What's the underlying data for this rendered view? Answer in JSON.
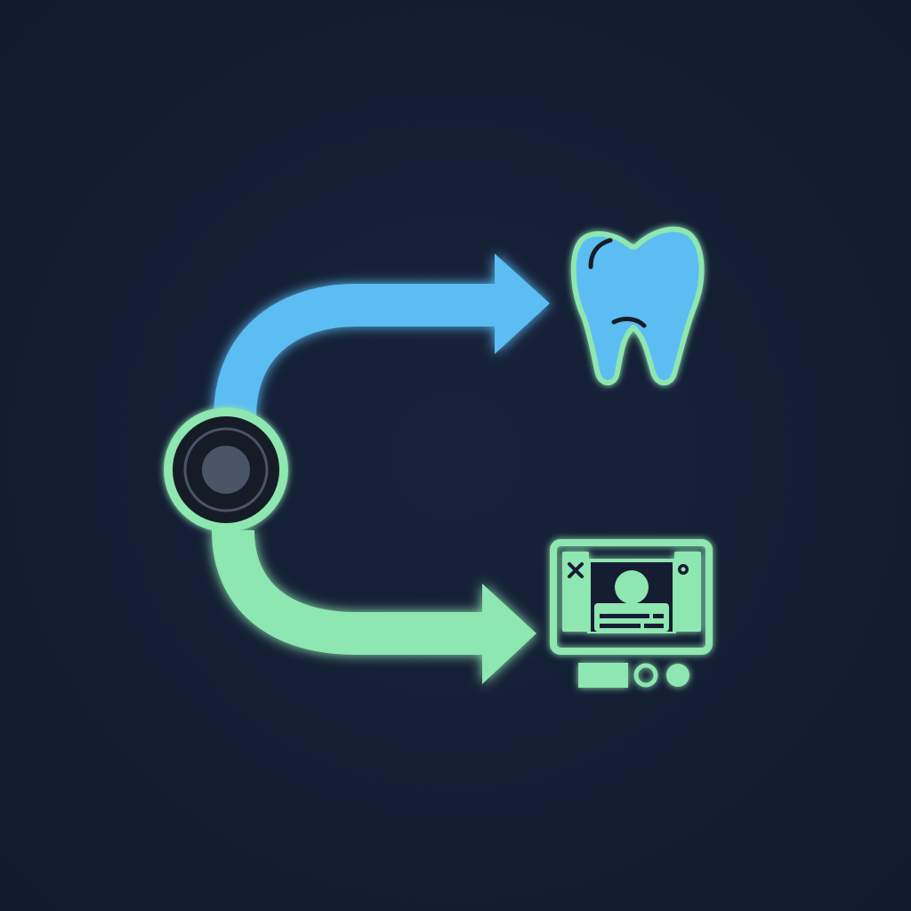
{
  "canvas": {
    "background": "#131e33"
  },
  "colors": {
    "blue_path": "#5bbdf2",
    "green_path": "#8ee6b0",
    "node_outline": "#8ee6b0",
    "node_dark": "#151c28",
    "node_core": "#4a5566",
    "tooth_fill": "#5bbdf2",
    "tooth_outline": "#8ee6b0",
    "monitor": "#8ee6b0"
  },
  "diagram": {
    "source": {
      "icon": "camera-lens-icon"
    },
    "branches": [
      {
        "id": "upper",
        "icon": "arrow-right-icon",
        "color_key": "blue_path",
        "target_icon": "tooth-icon"
      },
      {
        "id": "lower",
        "icon": "arrow-right-icon",
        "color_key": "green_path",
        "target_icon": "xray-monitor-icon"
      }
    ]
  }
}
